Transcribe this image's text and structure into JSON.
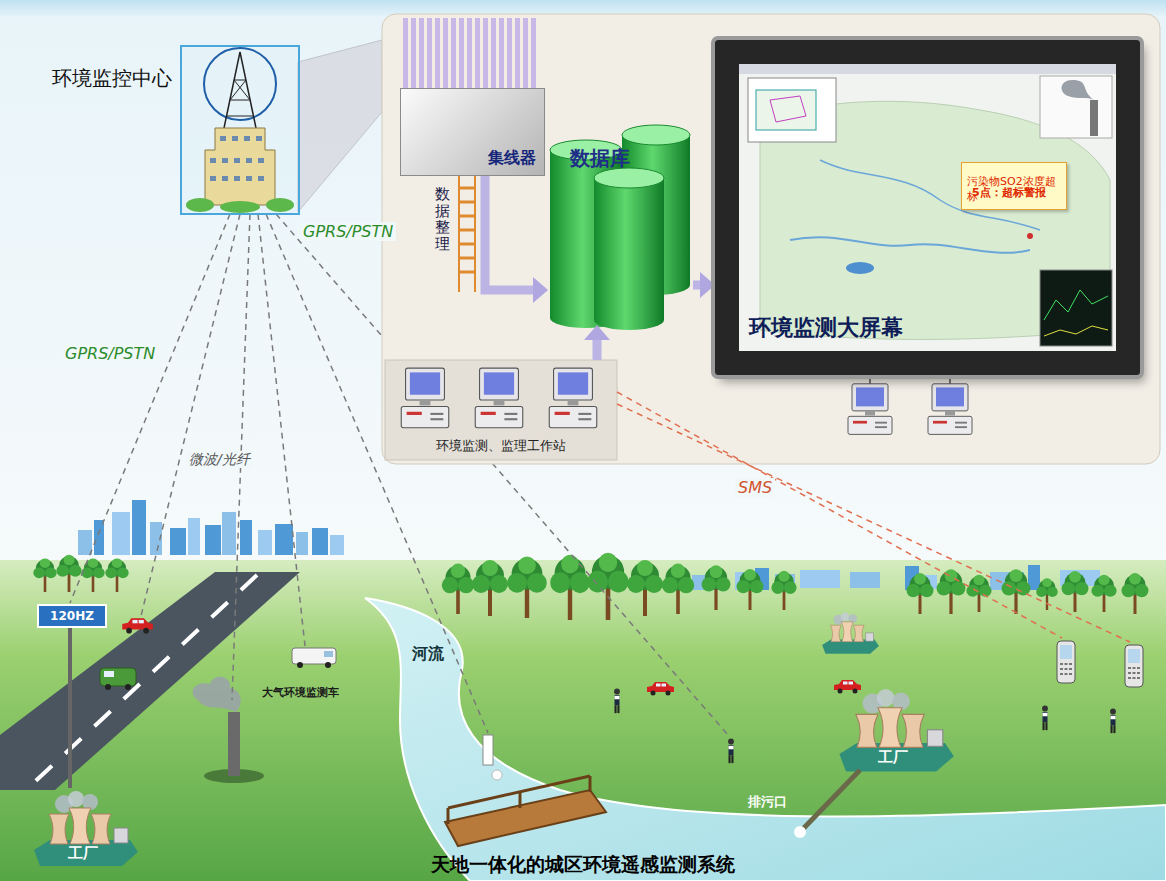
{
  "diagram": {
    "caption": "天地一体化的城区环境遥感监测系统",
    "nodes": [
      {
        "text": [
          "环境监控中心"
        ]
      },
      {
        "text": [
          "集线器"
        ]
      },
      {
        "text": [
          "数据库"
        ]
      },
      {
        "text": [
          "环境监测大屏幕"
        ]
      },
      {
        "text": [
          "5点：超标警报",
          "污染物SO2浓度超标"
        ],
        "in": 3
      },
      {
        "text": [
          "环境监测、监理工作站"
        ]
      }
    ],
    "edges": [
      {
        "from": 1,
        "to": 2,
        "label": "数据整理",
        "arrow": "to"
      },
      {
        "from": 2,
        "to": 3,
        "arrow": "to"
      },
      {
        "from": 5,
        "to": 2,
        "arrow": "to"
      }
    ],
    "labels": [
      "GPRS/PSTN",
      "GPRS/PSTN",
      "微波/光纤",
      "SMS",
      "120HZ",
      "大气环境监测车",
      "河流",
      "排污口",
      "工厂",
      "工厂"
    ]
  }
}
